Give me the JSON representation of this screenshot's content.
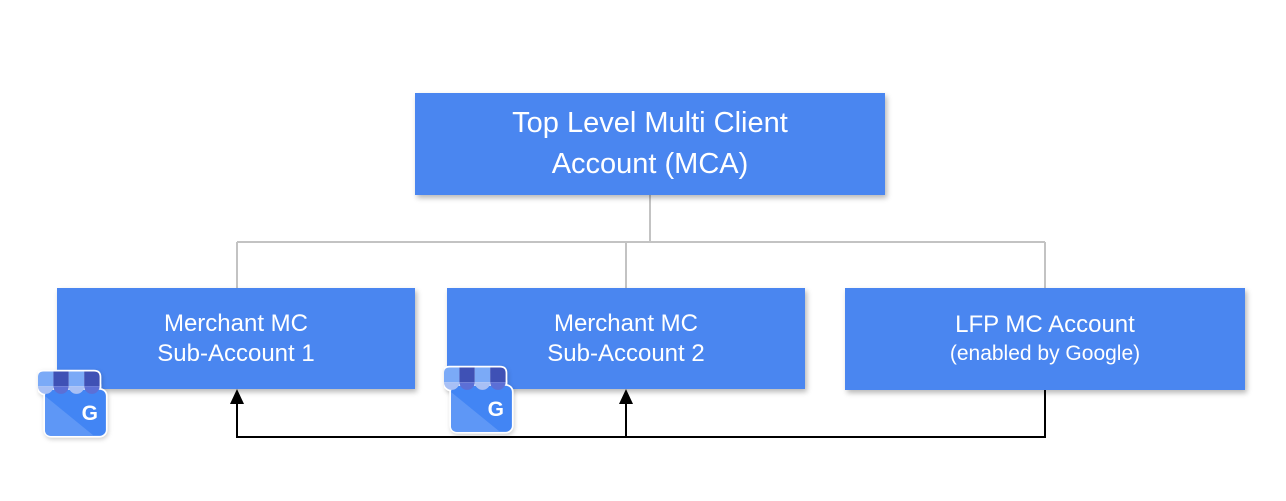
{
  "nodes": {
    "mca": {
      "line1": "Top Level Multi Client",
      "line2": "Account (MCA)"
    },
    "sub1": {
      "line1": "Merchant MC",
      "line2": "Sub-Account 1"
    },
    "sub2": {
      "line1": "Merchant MC",
      "line2": "Sub-Account 2"
    },
    "lfp": {
      "line1": "LFP MC Account",
      "line2": "(enabled by Google)"
    }
  },
  "icons": {
    "business_profile": {
      "name": "google-business-profile-icon",
      "letter": "G"
    }
  },
  "colors": {
    "node_fill": "#4a86f0",
    "node_text": "#ffffff",
    "tree_connector": "#c3c3c3",
    "feed_connector": "#000000",
    "icon_body": "#4285f4",
    "icon_body_light": "#5e97f6",
    "icon_awning_light": "#7baaf7",
    "icon_awning_dark": "#3f51b5",
    "icon_scallop_light": "#a8c0f5",
    "icon_scallop_dark": "#5c6fd6"
  }
}
